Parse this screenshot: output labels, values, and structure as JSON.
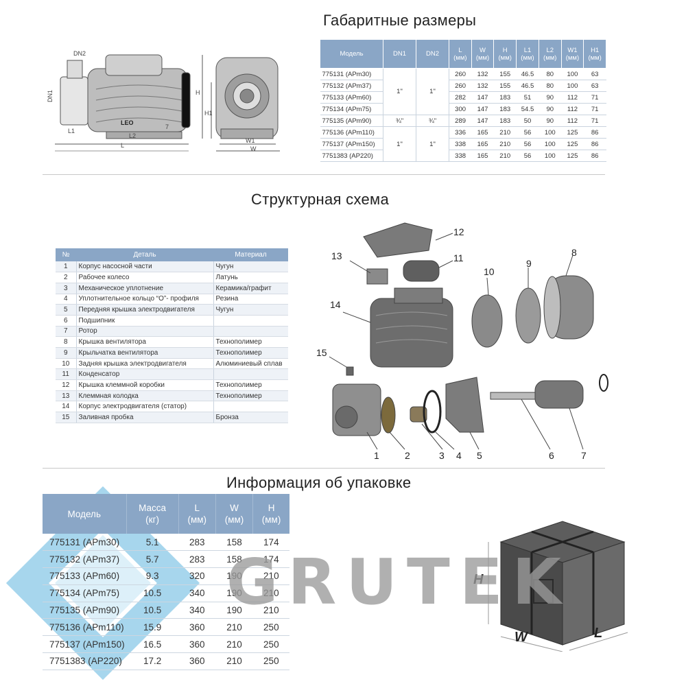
{
  "sections": {
    "dimensions_title": "Габаритные размеры",
    "scheme_title": "Структурная схема",
    "packaging_title": "Информация об упаковке"
  },
  "drawing_labels": {
    "dn2": "DN2",
    "dn1": "DN1",
    "l1": "L1",
    "l2": "L2",
    "l": "L",
    "seven": "7",
    "h": "H",
    "h1": "H1",
    "w1": "W1",
    "w": "W",
    "logo": "LEO"
  },
  "dimensions_table": {
    "headers": {
      "model": "Модель",
      "dn1": "DN1",
      "dn2": "DN2",
      "L": "L",
      "W": "W",
      "H": "H",
      "L1": "L1",
      "L2": "L2",
      "W1": "W1",
      "H1": "H1",
      "unit": "(мм)"
    },
    "rows": [
      {
        "model": "775131 (APm30)",
        "L": "260",
        "W": "132",
        "H": "155",
        "L1": "46.5",
        "L2": "80",
        "W1": "100",
        "H1": "63"
      },
      {
        "model": "775132 (APm37)",
        "L": "260",
        "W": "132",
        "H": "155",
        "L1": "46.5",
        "L2": "80",
        "W1": "100",
        "H1": "63"
      },
      {
        "model": "775133 (APm60)",
        "L": "282",
        "W": "147",
        "H": "183",
        "L1": "51",
        "L2": "90",
        "W1": "112",
        "H1": "71"
      },
      {
        "model": "775134 (APm75)",
        "L": "300",
        "W": "147",
        "H": "183",
        "L1": "54.5",
        "L2": "90",
        "W1": "112",
        "H1": "71"
      },
      {
        "model": "775135 (APm90)",
        "L": "289",
        "W": "147",
        "H": "183",
        "L1": "50",
        "L2": "90",
        "W1": "112",
        "H1": "71"
      },
      {
        "model": "775136 (APm110)",
        "L": "336",
        "W": "165",
        "H": "210",
        "L1": "56",
        "L2": "100",
        "W1": "125",
        "H1": "86"
      },
      {
        "model": "775137 (APm150)",
        "L": "338",
        "W": "165",
        "H": "210",
        "L1": "56",
        "L2": "100",
        "W1": "125",
        "H1": "86"
      },
      {
        "model": "7751383 (AP220)",
        "L": "338",
        "W": "165",
        "H": "210",
        "L1": "56",
        "L2": "100",
        "W1": "125",
        "H1": "86"
      }
    ],
    "dn_groups": [
      {
        "dn1": "1\"",
        "dn2": "1\""
      },
      {
        "dn1": "¾\"",
        "dn2": "¾\""
      },
      {
        "dn1": "1\"",
        "dn2": "1\""
      }
    ]
  },
  "parts_table": {
    "headers": {
      "no": "№",
      "part": "Деталь",
      "material": "Материал"
    },
    "rows": [
      {
        "no": "1",
        "part": "Корпус насосной части",
        "material": "Чугун"
      },
      {
        "no": "2",
        "part": "Рабочее колесо",
        "material": "Латунь"
      },
      {
        "no": "3",
        "part": "Механическое уплотнение",
        "material": "Керамика/графит"
      },
      {
        "no": "4",
        "part": "Уплотнительное кольцо “О”- профиля",
        "material": "Резина"
      },
      {
        "no": "5",
        "part": "Передняя крышка электродвигателя",
        "material": "Чугун"
      },
      {
        "no": "6",
        "part": "Подшипник",
        "material": ""
      },
      {
        "no": "7",
        "part": "Ротор",
        "material": ""
      },
      {
        "no": "8",
        "part": "Крышка вентилятора",
        "material": "Технополимер"
      },
      {
        "no": "9",
        "part": "Крыльчатка вентилятора",
        "material": "Технополимер"
      },
      {
        "no": "10",
        "part": "Задняя крышка электродвигателя",
        "material": "Алюминиевый сплав"
      },
      {
        "no": "11",
        "part": "Конденсатор",
        "material": ""
      },
      {
        "no": "12",
        "part": "Крышка клеммной коробки",
        "material": "Технополимер"
      },
      {
        "no": "13",
        "part": "Клеммная колодка",
        "material": "Технополимер"
      },
      {
        "no": "14",
        "part": "Корпус электродвигателя (статор)",
        "material": ""
      },
      {
        "no": "15",
        "part": "Заливная пробка",
        "material": "Бронза"
      }
    ]
  },
  "exploded_labels": [
    "1",
    "2",
    "3",
    "4",
    "5",
    "6",
    "7",
    "8",
    "9",
    "10",
    "11",
    "12",
    "13",
    "14",
    "15"
  ],
  "packaging_table": {
    "headers": {
      "model": "Модель",
      "mass": "Масса",
      "mass_unit": "(кг)",
      "L": "L",
      "W": "W",
      "H": "H",
      "unit": "(мм)"
    },
    "rows": [
      {
        "model": "775131 (APm30)",
        "mass": "5.1",
        "L": "283",
        "W": "158",
        "H": "174"
      },
      {
        "model": "775132 (APm37)",
        "mass": "5.7",
        "L": "283",
        "W": "158",
        "H": "174"
      },
      {
        "model": "775133 (APm60)",
        "mass": "9.3",
        "L": "320",
        "W": "190",
        "H": "210"
      },
      {
        "model": "775134 (APm75)",
        "mass": "10.5",
        "L": "340",
        "W": "190",
        "H": "210"
      },
      {
        "model": "775135 (APm90)",
        "mass": "10.5",
        "L": "340",
        "W": "190",
        "H": "210"
      },
      {
        "model": "775136 (APm110)",
        "mass": "15.9",
        "L": "360",
        "W": "210",
        "H": "250"
      },
      {
        "model": "775137 (APm150)",
        "mass": "16.5",
        "L": "360",
        "W": "210",
        "H": "250"
      },
      {
        "model": "7751383 (AP220)",
        "mass": "17.2",
        "L": "360",
        "W": "210",
        "H": "250"
      }
    ]
  },
  "box_labels": {
    "h": "H",
    "w": "W",
    "l": "L"
  },
  "watermark": "GRUTEK",
  "colors": {
    "header_blue": "#8aa6c6",
    "watermark_blue": "#5fb4de"
  }
}
